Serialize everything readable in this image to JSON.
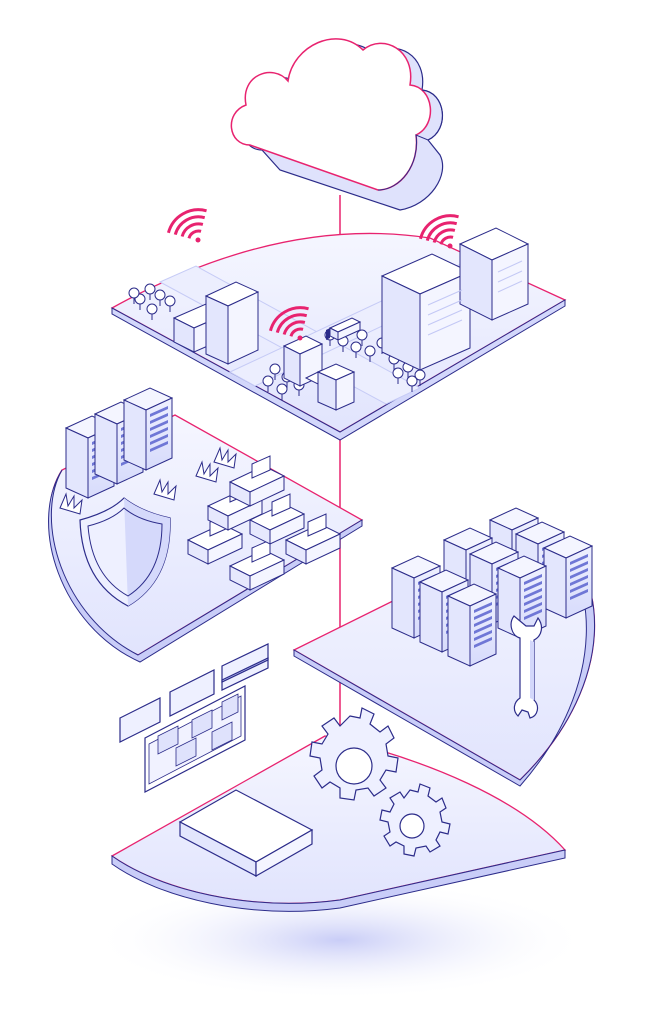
{
  "illustration": {
    "layers": [
      "cloud",
      "smart-city",
      "secure-office",
      "server-maintenance",
      "configuration"
    ]
  },
  "colors": {
    "background": "#ffffff",
    "outline": "#2c2c8a",
    "accent": "#e8236f",
    "fill_light": "#eceefe",
    "fill_mid": "#d4d8fb",
    "fill_dark": "#b3b9f1"
  },
  "icons": [
    "cloud-icon",
    "wifi-icon",
    "building-icon",
    "server-rack-icon",
    "shield-icon",
    "wrench-icon",
    "gear-icon",
    "monitor-icon",
    "truck-icon",
    "tree-icon",
    "plant-icon",
    "router-box-icon",
    "kanban-board-icon"
  ]
}
